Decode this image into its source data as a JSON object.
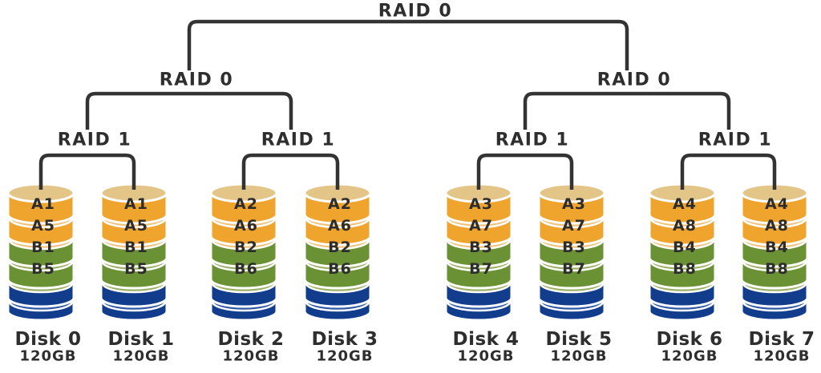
{
  "tree": {
    "root_label": "RAID 0",
    "raid0_labels": [
      "RAID 0",
      "RAID 0"
    ],
    "raid1_labels": [
      "RAID 1",
      "RAID 1",
      "RAID 1",
      "RAID 1"
    ]
  },
  "disks": [
    {
      "name": "Disk 0",
      "capacity": "120GB",
      "segments": [
        "A1",
        "A5",
        "B1",
        "B5"
      ]
    },
    {
      "name": "Disk 1",
      "capacity": "120GB",
      "segments": [
        "A1",
        "A5",
        "B1",
        "B5"
      ]
    },
    {
      "name": "Disk 2",
      "capacity": "120GB",
      "segments": [
        "A2",
        "A6",
        "B2",
        "B6"
      ]
    },
    {
      "name": "Disk 3",
      "capacity": "120GB",
      "segments": [
        "A2",
        "A6",
        "B2",
        "B6"
      ]
    },
    {
      "name": "Disk 4",
      "capacity": "120GB",
      "segments": [
        "A3",
        "A7",
        "B3",
        "B7"
      ]
    },
    {
      "name": "Disk 5",
      "capacity": "120GB",
      "segments": [
        "A3",
        "A7",
        "B3",
        "B7"
      ]
    },
    {
      "name": "Disk 6",
      "capacity": "120GB",
      "segments": [
        "A4",
        "A8",
        "B4",
        "B8"
      ]
    },
    {
      "name": "Disk 7",
      "capacity": "120GB",
      "segments": [
        "A4",
        "A8",
        "B4",
        "B8"
      ]
    }
  ],
  "colors": {
    "background": "#ffffff",
    "line": "#333333",
    "label_text": "#2e2e2e",
    "band_text": "#2d2d2d",
    "disk_cap": "#e3c588",
    "orange": "#efa42e",
    "orange_light": "#efc279",
    "green": "#6b9135",
    "green_light": "#9cb065",
    "blue": "#123c8c",
    "blue_light": "#2f57a6",
    "outline": "#ffffff"
  }
}
